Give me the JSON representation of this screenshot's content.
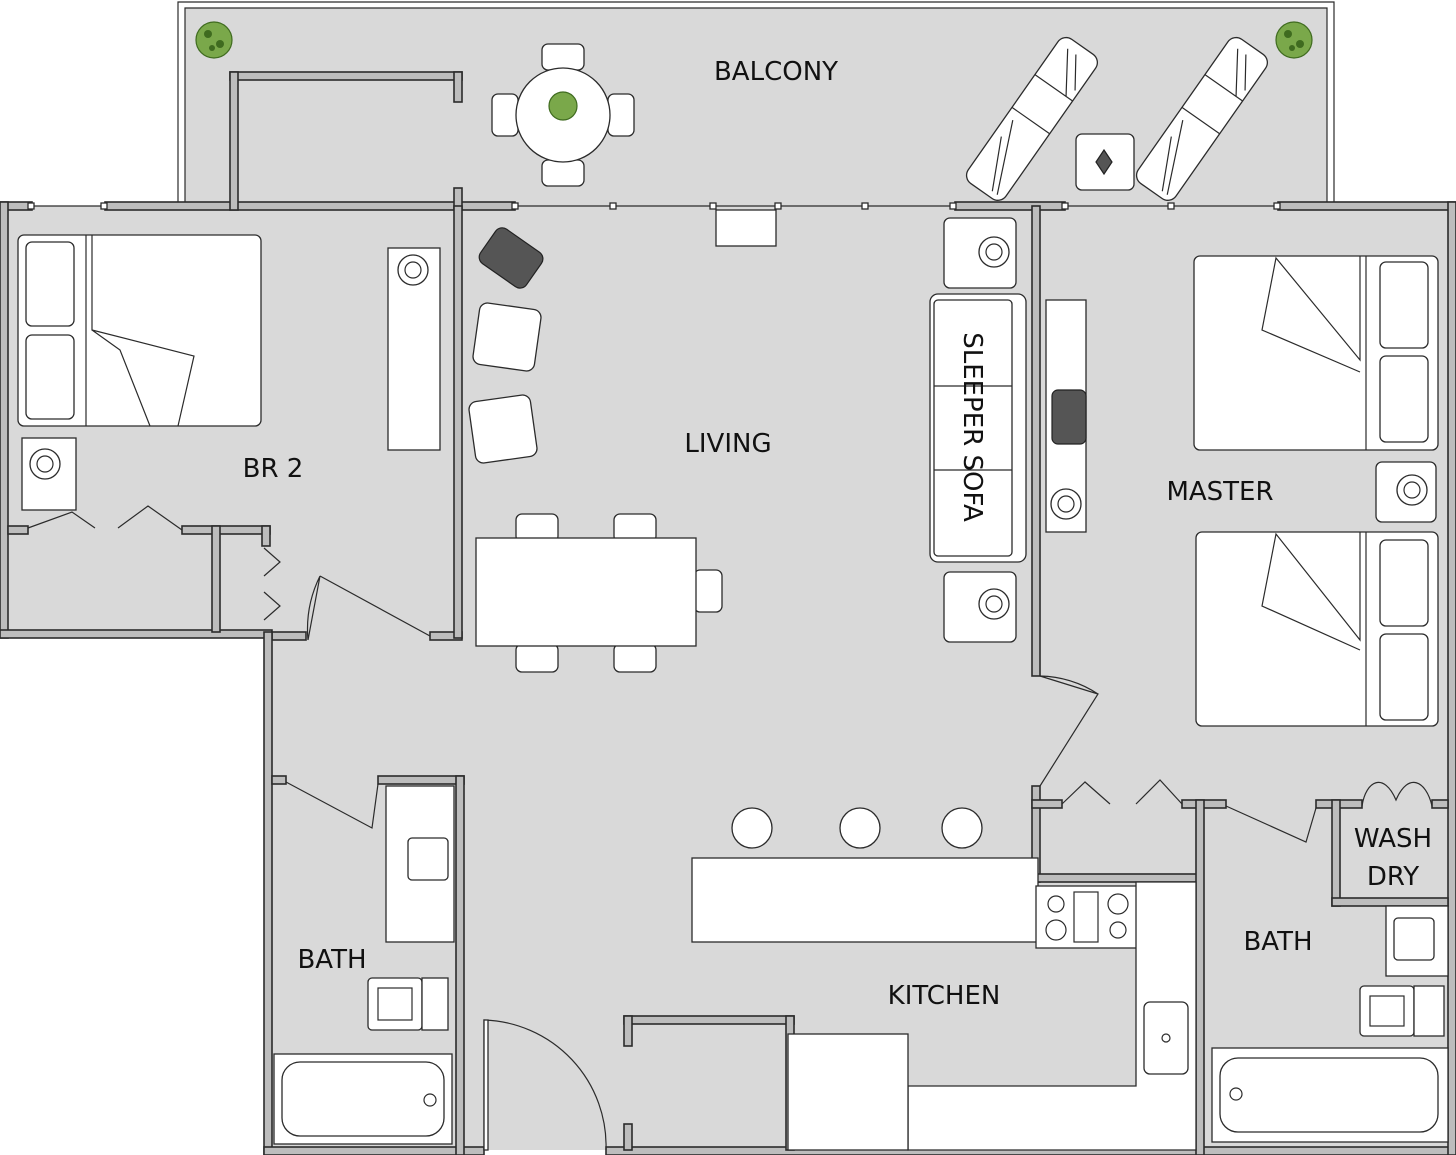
{
  "plan": {
    "rooms": {
      "balcony": "BALCONY",
      "br2": "BR 2",
      "living": "LIVING",
      "sleeper_sofa": "SLEEPER SOFA",
      "master": "MASTER",
      "wash": "WASH",
      "dry": "DRY",
      "bath_left": "BATH",
      "bath_right": "BATH",
      "kitchen": "KITCHEN"
    },
    "colors": {
      "floor": "#d9d9d9",
      "wall": "#bdbdbd",
      "outline": "#2b2b2b",
      "furniture": "#ffffff",
      "plant": "#7aa84a"
    }
  }
}
